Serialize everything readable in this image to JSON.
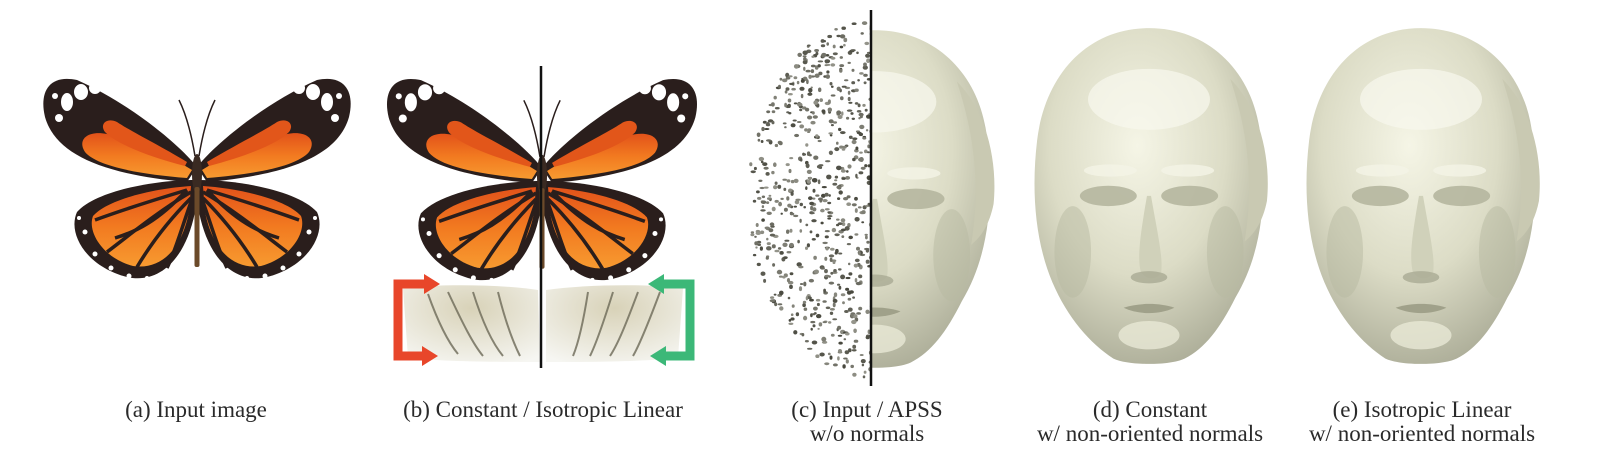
{
  "figure": {
    "captions": {
      "a": {
        "line1": "(a) Input image"
      },
      "b": {
        "line1": "(b) Constant / Isotropic Linear"
      },
      "c": {
        "line1": "(c) Input / APSS",
        "line2": "w/o normals"
      },
      "d": {
        "line1": "(d) Constant",
        "line2": "w/ non-oriented normals"
      },
      "e": {
        "line1": "(e) Isotropic Linear",
        "line2": "w/ non-oriented normals"
      }
    },
    "colors": {
      "wing_black": "#2a1e1c",
      "wing_orange": "#f07a22",
      "wing_dark_orange": "#e2561a",
      "arrow_red": "#e8462a",
      "arrow_green": "#3cb878",
      "head_shade": "#e6e6d2"
    }
  }
}
